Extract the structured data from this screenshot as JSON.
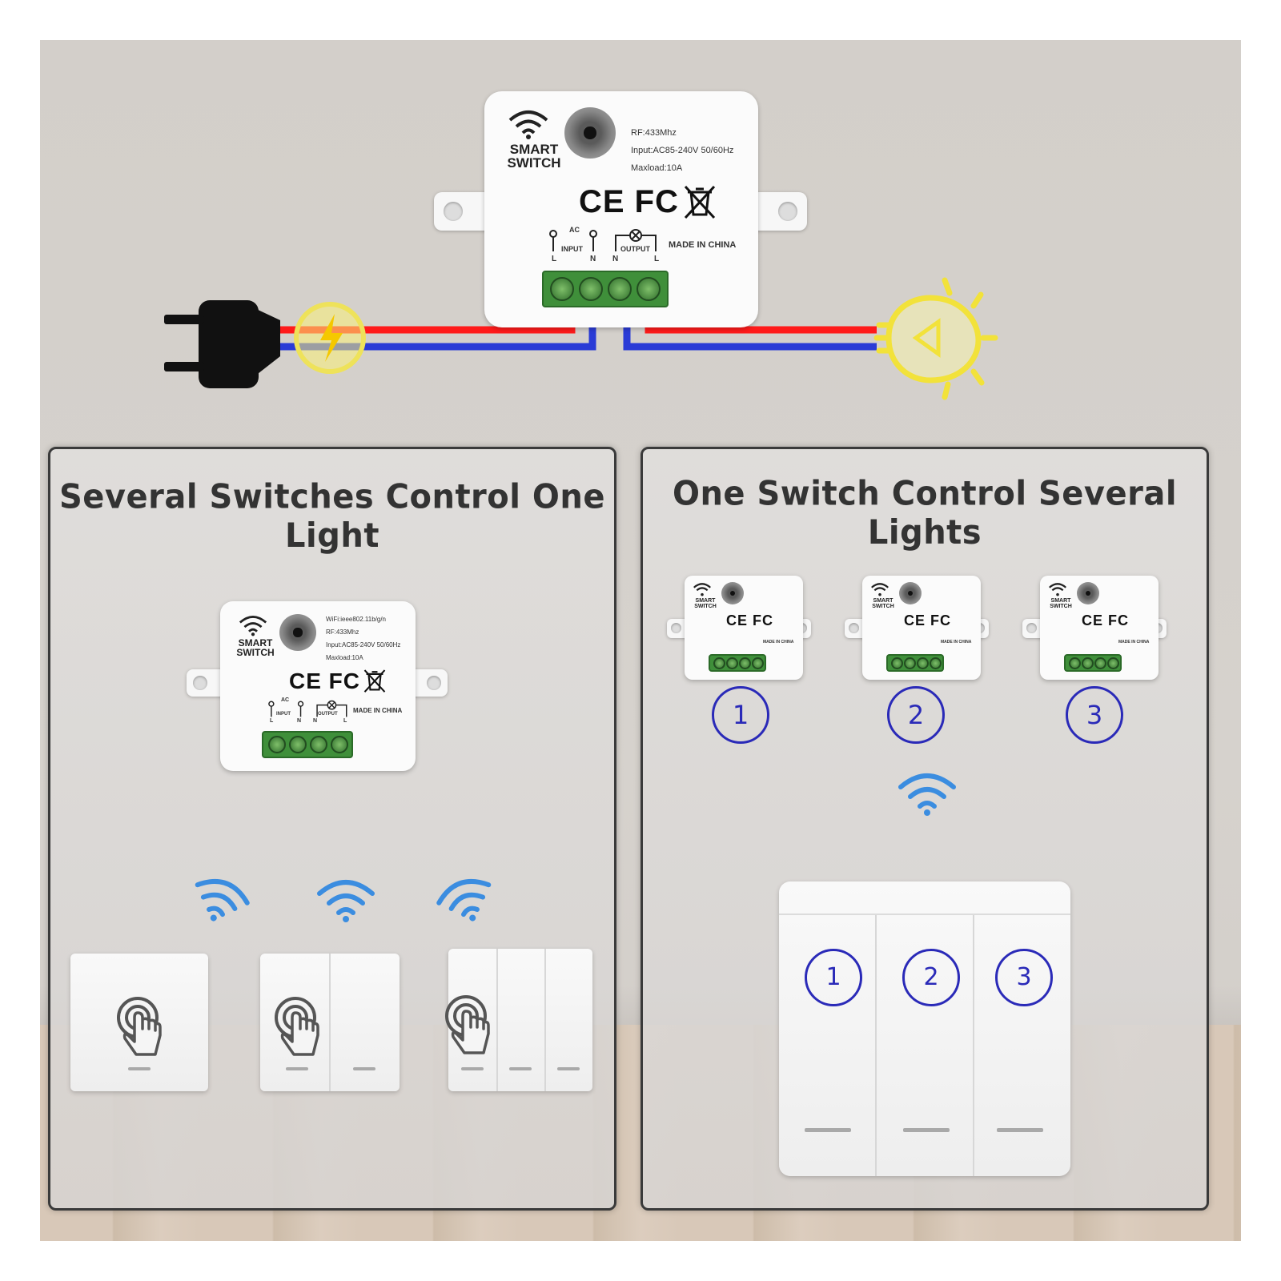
{
  "main_module": {
    "brand_line1": "SMART",
    "brand_line2": "SWITCH",
    "spec_rf": "RF:433Mhz",
    "spec_input": "Input:AC85-240V 50/60Hz",
    "spec_maxload": "Maxload:10A",
    "certifications": "CE FC",
    "label_ac": "AC",
    "label_input": "INPUT",
    "label_output": "OUTPUT",
    "label_l": "L",
    "label_n": "N",
    "made_in": "MADE IN CHINA"
  },
  "left_panel": {
    "title": "Several Switches Control One Light",
    "module": {
      "brand_line1": "SMART",
      "brand_line2": "SWITCH",
      "spec_wifi": "WiFi:ieee802.11b/g/n",
      "spec_rf": "RF:433Mhz",
      "spec_input": "Input:AC85-240V 50/60Hz",
      "spec_maxload": "Maxload:10A",
      "certifications": "CE FC",
      "label_ac": "AC",
      "label_input": "INPUT",
      "label_output": "OUTPUT",
      "label_l": "L",
      "label_n": "N",
      "made_in": "MADE IN CHINA"
    }
  },
  "right_panel": {
    "title": "One Switch Control Several Lights",
    "module_numbers": [
      "1",
      "2",
      "3"
    ],
    "mini_brand_line1": "SMART",
    "mini_brand_line2": "SWITCH",
    "mini_certifications": "CE FC",
    "mini_made_in": "MADE IN CHINA",
    "switch_numbers": [
      "1",
      "2",
      "3"
    ]
  },
  "colors": {
    "live_wire": "#ff1a1a",
    "neutral_wire": "#2a3bd6",
    "bulb": "#f2e23a",
    "wifi": "#3b8de0",
    "number_ring": "#2a2ab8",
    "terminal": "#3f8f3a"
  },
  "icons": [
    "plug-icon",
    "lightning-icon",
    "light-bulb-icon",
    "wifi-icon",
    "touch-hand-icon",
    "recycle-bin-crossed-icon"
  ]
}
